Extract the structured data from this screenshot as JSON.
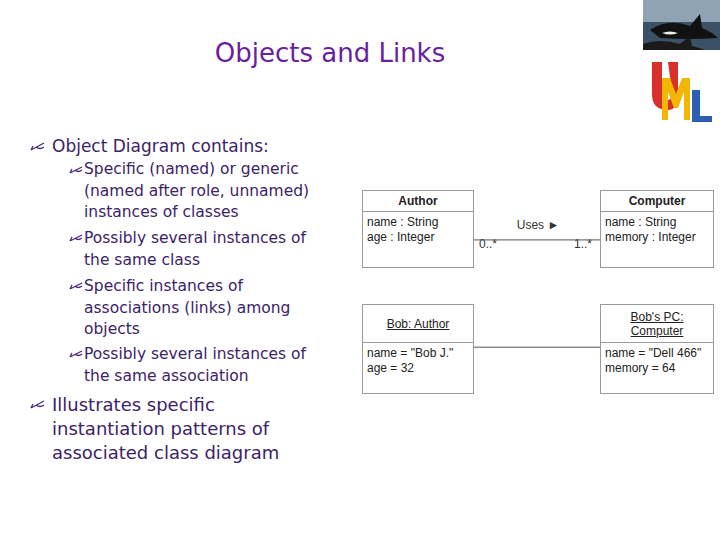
{
  "diagram": {
    "title": "Objects and Links",
    "nodes": [
      {
        "text": [
          "Author",
          "name : String",
          "age : Integer"
        ]
      },
      {
        "text": [
          "Computer",
          "name : String",
          "memory : Integer"
        ]
      },
      {
        "text": [
          "Bob: Author",
          "name = \"Bob J.\"",
          "age = 32"
        ]
      },
      {
        "text": [
          "Bob's PC: Computer",
          "name = \"Dell 466\"",
          "memory = 64"
        ]
      }
    ],
    "edges": [
      {
        "from": 0,
        "to": 1,
        "label": "Uses ►",
        "arrow": "none"
      },
      {
        "from": 2,
        "to": 3,
        "arrow": "none"
      }
    ],
    "labels": [
      "Object Diagram contains:",
      "Specific (named) or generic (named after role, unnamed) instances of classes",
      "Possibly several instances of the same class",
      "Specific instances of associations (links) among objects",
      "Possibly several instances of the same association",
      "Illustrates specific instantiation patterns of associated class diagram",
      "0..*",
      "1..*"
    ]
  }
}
